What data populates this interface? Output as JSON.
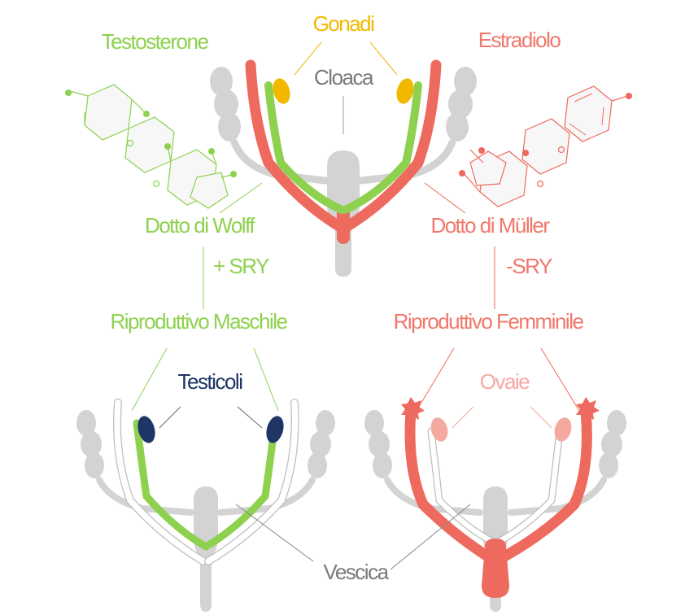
{
  "labels": {
    "gonadi": "Gonadi",
    "cloaca": "Cloaca",
    "testosterone": "Testosterone",
    "estradiolo": "Estradiolo",
    "dotto_wolff": "Dotto di Wolff",
    "dotto_muller": "Dotto di Müller",
    "plus_sry": "+ SRY",
    "minus_sry": "-SRY",
    "riproduttivo_maschile": "Riproduttivo Maschile",
    "riproduttivo_femminile": "Riproduttivo Femminile",
    "testicoli": "Testicoli",
    "ovaie": "Ovaie",
    "vescica": "Vescica"
  },
  "colors": {
    "male_green": "#8ed14f",
    "female_red": "#ee6a5e",
    "gonad_yellow": "#f2b800",
    "testis_navy": "#1f3566",
    "ovary_pink": "#f4a8a0",
    "organ_gray": "#d3d3d3",
    "text_gray": "#7a7a7a",
    "label_red": "#f0786c",
    "label_pink": "#f5a9a2"
  }
}
